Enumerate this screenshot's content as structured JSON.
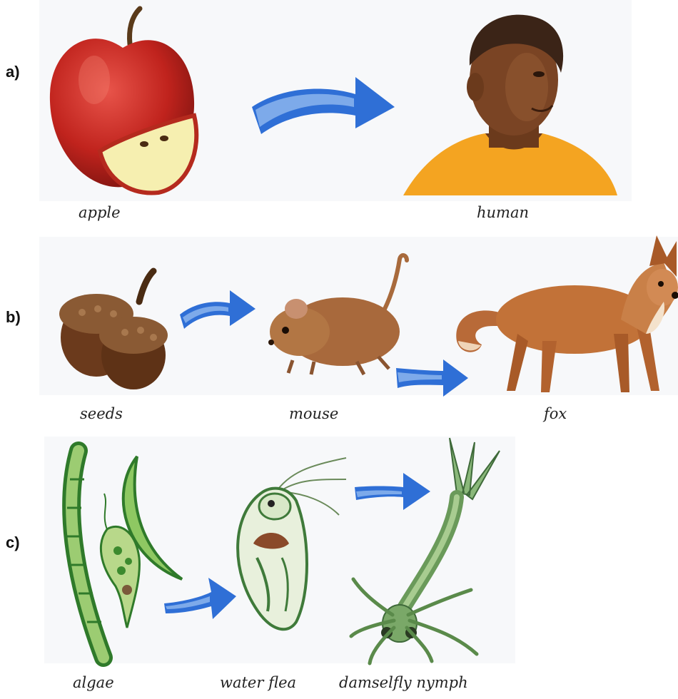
{
  "rows": [
    {
      "label": "a)",
      "captions": [
        "apple",
        "human"
      ]
    },
    {
      "label": "b)",
      "captions": [
        "seeds",
        "mouse",
        "fox"
      ]
    },
    {
      "label": "c)",
      "captions": [
        "algae",
        "water flea",
        "damselfly nymph"
      ]
    }
  ],
  "colors": {
    "arrow": "#2f6fd6",
    "arrow_light": "#9ec3f2"
  },
  "icons": [
    "apple-icon",
    "human-icon",
    "seeds-icon",
    "mouse-icon",
    "fox-icon",
    "algae-icon",
    "water-flea-icon",
    "damselfly-nymph-icon",
    "arrow-icon"
  ]
}
